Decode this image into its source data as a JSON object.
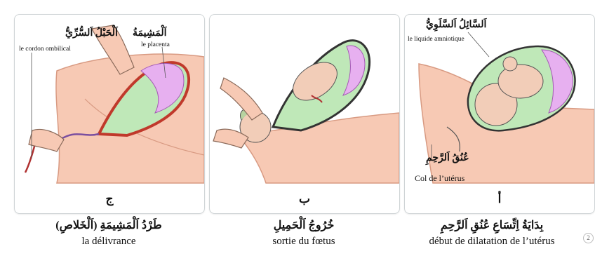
{
  "panels": [
    {
      "id": "c",
      "letter": "ج",
      "labels": [
        {
          "ar": "اَلْحَبْلُ اَلسُّرِّيُّ",
          "fr": "le cordon ombilical"
        },
        {
          "ar": "اَلْمَشِيمَةُ",
          "fr": "le placenta"
        }
      ],
      "caption_ar": "طَرْدُ اَلْمَشِيمَةِ (اَلْخَلاصِ)",
      "caption_fr": "la délivrance"
    },
    {
      "id": "b",
      "letter": "ب",
      "caption_ar": "خُرُوجُ اَلْحَمِيلِ",
      "caption_fr": "sortie du fœtus"
    },
    {
      "id": "a",
      "letter": "أ",
      "labels": [
        {
          "ar": "اَلسَّائِلُ اَلسَّلَوِيُّ",
          "fr": "le liquide amniotique"
        },
        {
          "ar": "عُنُقُ اَلرَّحِمِ",
          "fr": "Col de l’utérus"
        }
      ],
      "caption_ar": "بِدَايَةُ اِتِّسَاعِ عُنُقِ اَلرَّحِمِ",
      "caption_fr": "début de dilatation de l’utérus"
    }
  ],
  "page_number": "2",
  "colors": {
    "skin": "#f7c9b4",
    "skin_edge": "#d89a82",
    "amniotic": "#bfe8b8",
    "placenta": "#e7b0f0",
    "uterus_wall": "#c0392b",
    "fetus": "#f2cdb8",
    "panel_border": "#cfd4d6"
  }
}
